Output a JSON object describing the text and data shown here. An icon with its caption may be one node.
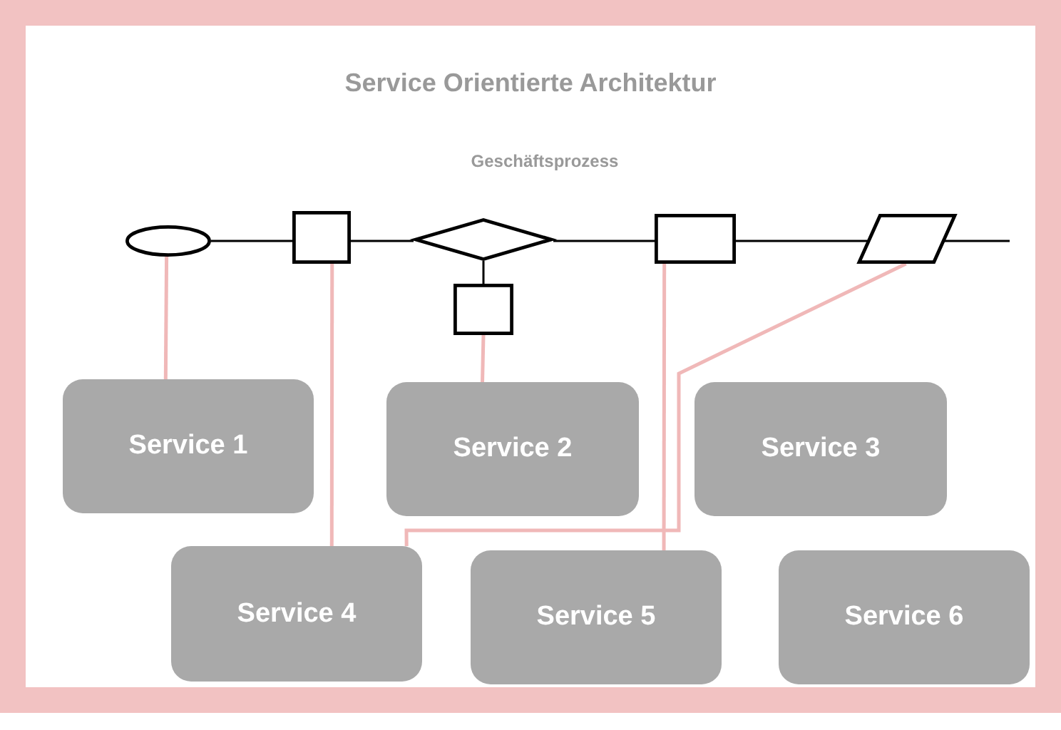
{
  "diagram": {
    "title": "Service Orientierte Architektur",
    "nodes": [
      {
        "text": [],
        "shape": "ellipse"
      },
      {
        "text": [],
        "shape": "box"
      },
      {
        "text": [],
        "shape": "diamond"
      },
      {
        "text": [],
        "shape": "box"
      },
      {
        "text": [],
        "shape": "box"
      },
      {
        "text": [],
        "shape": "parallelogram"
      },
      {
        "text": [
          "Service 1"
        ]
      },
      {
        "text": [
          "Service 2"
        ]
      },
      {
        "text": [
          "Service 3"
        ]
      },
      {
        "text": [
          "Service 4"
        ]
      },
      {
        "text": [
          "Service 5"
        ]
      },
      {
        "text": [
          "Service 6"
        ]
      }
    ],
    "edges": [
      {
        "from": 0,
        "to": 1,
        "arrow": "none"
      },
      {
        "from": 1,
        "to": 2,
        "arrow": "none"
      },
      {
        "from": 2,
        "to": 4,
        "arrow": "none"
      },
      {
        "from": 4,
        "to": 5,
        "arrow": "none"
      },
      {
        "from": 5,
        "to": null,
        "arrow": "none"
      },
      {
        "from": 2,
        "to": 3,
        "arrow": "none"
      },
      {
        "from": 0,
        "to": 6,
        "arrow": "none",
        "color": "#f0b8b8"
      },
      {
        "from": 1,
        "to": 9,
        "arrow": "none",
        "color": "#f0b8b8"
      },
      {
        "from": 3,
        "to": 7,
        "arrow": "none",
        "color": "#f0b8b8"
      },
      {
        "from": 4,
        "to": 10,
        "arrow": "none",
        "color": "#f0b8b8"
      },
      {
        "from": 5,
        "to": 9,
        "arrow": "none",
        "color": "#f0b8b8"
      }
    ],
    "labels": [
      "Geschäftsprozess"
    ]
  }
}
